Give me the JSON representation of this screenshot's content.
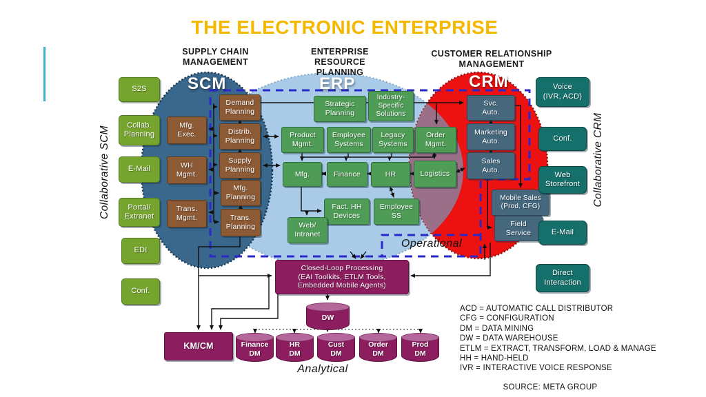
{
  "title": "THE ELECTRONIC ENTERPRISE",
  "source": "SOURCE: META GROUP",
  "headers": {
    "scm": "SUPPLY CHAIN\nMANAGEMENT",
    "erp": "ENTERPRISE RESOURCE\nPLANNING",
    "crm": "CUSTOMER RELATIONSHIP\nMANAGEMENT"
  },
  "venn": {
    "scm": "SCM",
    "erp": "ERP",
    "crm": "CRM"
  },
  "side_labels": {
    "collab_scm": "Collaborative SCM",
    "collab_crm": "Collaborative CRM",
    "operational": "Operational",
    "analytical": "Analytical"
  },
  "scm_external": [
    "S2S",
    "Collab.\nPlanning",
    "E-Mail",
    "Portal/\nExtranet",
    "EDI",
    "Conf."
  ],
  "scm_execution": [
    "Mfg.\nExec.",
    "WH\nMgmt.",
    "Trans.\nMgmt."
  ],
  "scm_planning": [
    "Demand\nPlanning",
    "Distrib.\nPlanning",
    "Supply\nPlanning",
    "Mfg.\nPlanning",
    "Trans.\nPlanning"
  ],
  "erp_top": [
    "Strategic\nPlanning",
    "Industry-\nSpecific\nSolutions"
  ],
  "erp_systems": [
    "Product\nMgmt.",
    "Employee\nSystems",
    "Legacy\nSystems",
    "Order\nMgmt."
  ],
  "erp_core": [
    "Mfg.",
    "Finance",
    "HR",
    "Logistics"
  ],
  "erp_lower": [
    "Fact. HH\nDevices",
    "Employee\nSS",
    "Web/\nIntranet"
  ],
  "crm_internal": [
    "Svc.\nAuto.",
    "Marketing\nAuto.",
    "Sales\nAuto.",
    "Mobile Sales\n(Prod. CFG)",
    "Field\nService"
  ],
  "crm_external": [
    "Voice\n(IVR, ACD)",
    "Conf.",
    "Web\nStorefront",
    "E-Mail",
    "Direct\nInteraction"
  ],
  "analytical_layer": {
    "closed_loop": "Closed-Loop Processing\n(EAI Toolkits, ETLM Tools,\nEmbedded Mobile Agents)",
    "km_cm": "KM/CM",
    "dw": "DW",
    "data_marts": [
      "Finance\nDM",
      "HR\nDM",
      "Cust\nDM",
      "Order\nDM",
      "Prod\nDM"
    ]
  },
  "legend": [
    "ACD = AUTOMATIC CALL DISTRIBUTOR",
    "CFG = CONFIGURATION",
    "DM = DATA MINING",
    "DW = DATA WAREHOUSE",
    "ETLM = EXTRACT, TRANSFORM, LOAD & MANAGE",
    "HH = HAND-HELD",
    "IVR = INTERACTIVE VOICE RESPONSE"
  ],
  "colors": {
    "title_gold": "#F5B800",
    "scm_fill": "#3A678C",
    "erp_fill": "#A9CBE8",
    "crm_fill": "#EC1212",
    "erp_crm_overlap": "#9A6F87",
    "green_external": "#76A52F",
    "green_erp": "#4F9C57",
    "brown_scm": "#8C5A35",
    "slate_crm": "#45687D",
    "teal_external": "#15706B",
    "magenta_analytical": "#8C1D5E",
    "dashed_boundary_blue": "#2B28C8",
    "accent_cyan_line": "#3FAECC"
  }
}
